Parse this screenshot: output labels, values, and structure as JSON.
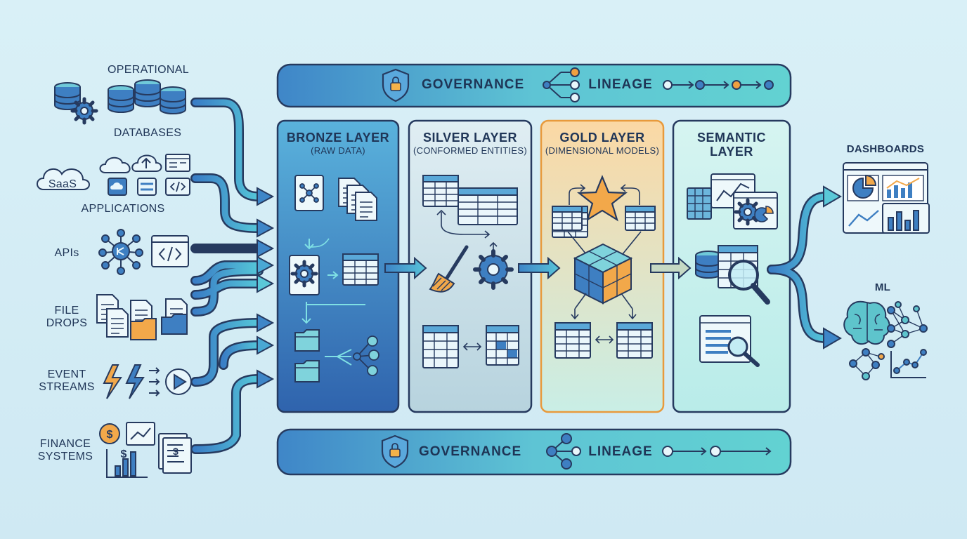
{
  "sources": {
    "operational": "OPERATIONAL",
    "databases": "DATABASES",
    "saas": "SaaS",
    "applications": "APPLICATIONS",
    "apis": "APIs",
    "file_line1": "FILE",
    "file_line2": "DROPS",
    "event_line1": "EVENT",
    "event_line2": "STREAMS",
    "finance_line1": "FINANCE",
    "finance_line2": "SYSTEMS"
  },
  "bands": {
    "top": {
      "governance": "GOVERNANCE",
      "lineage": "LINEAGE"
    },
    "bottom": {
      "governance": "GOVERNANCE",
      "lineage": "LINEAGE"
    }
  },
  "layers": {
    "bronze": {
      "title": "BRONZE LAYER",
      "subtitle": "(RAW DATA)"
    },
    "silver": {
      "title": "SILVER LAYER",
      "subtitle": "(CONFORMED ENTITIES)"
    },
    "gold": {
      "title": "GOLD LAYER",
      "subtitle": "(DIMENSIONAL MODELS)"
    },
    "semantic": {
      "title_line1": "SEMANTIC",
      "title_line2": "LAYER"
    }
  },
  "outputs": {
    "dashboards": "DASHBOARDS",
    "ml": "ML"
  },
  "colors": {
    "navy": "#2a3f66",
    "blue": "#3a7fc4",
    "teal": "#5fd0d6",
    "orange": "#f0a040",
    "gold_fill": "#f8dca8",
    "silver_fill": "#c7dfe8",
    "bronze_fill": "#3a7cc0",
    "semantic_fill": "#c9f0ee"
  },
  "icons": [
    "database-icon",
    "gear-icon",
    "cloud-icon",
    "browser-window-icon",
    "code-icon",
    "api-hub-icon",
    "document-icon",
    "folder-icon",
    "lightning-bolt-icon",
    "play-icon",
    "dollar-coin-icon",
    "bar-chart-icon",
    "shield-lock-icon",
    "lineage-graph-icon",
    "table-icon",
    "broom-icon",
    "star-icon",
    "cube-icon",
    "magnifier-icon",
    "dashboard-icon",
    "brain-icon",
    "neural-network-icon"
  ]
}
